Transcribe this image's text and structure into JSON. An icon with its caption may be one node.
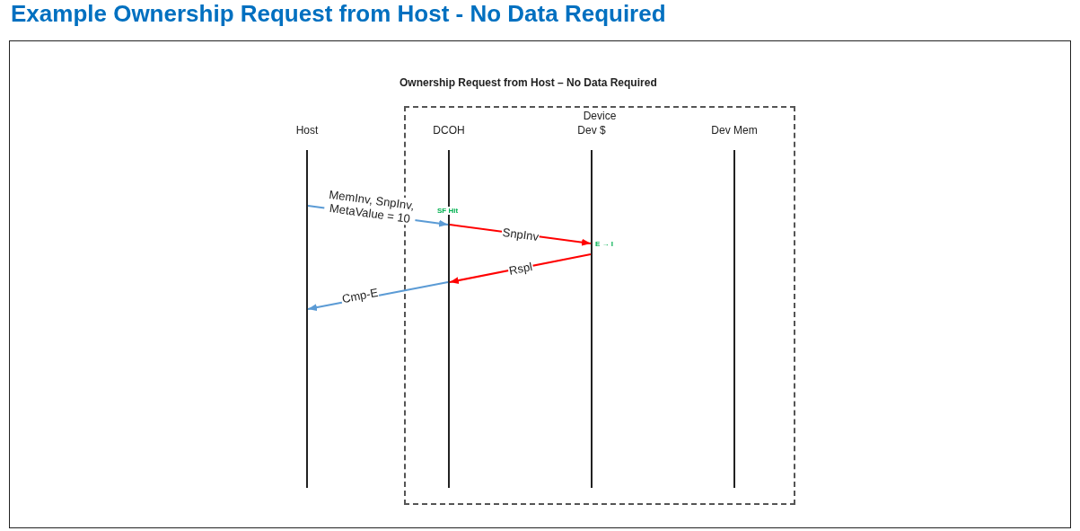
{
  "diagram": {
    "title": "Example Ownership Request from Host - No Data Required",
    "nodes": [
      {
        "text": [
          "Device"
        ]
      },
      {
        "text": [
          "Host"
        ]
      },
      {
        "text": [
          "DCOH"
        ],
        "in": 0
      },
      {
        "text": [
          "Dev $"
        ],
        "in": 0
      },
      {
        "text": [
          "Dev Mem"
        ],
        "in": 0
      }
    ],
    "edges": [
      {
        "from": 1,
        "to": 2,
        "arrow": "to",
        "label": "MemInv, SnpInv, MetaValue = 10",
        "color": "#5b9bd5"
      },
      {
        "from": 2,
        "to": 3,
        "arrow": "to",
        "label": "SnpInv",
        "color": "#ff0000"
      },
      {
        "from": 3,
        "to": 2,
        "arrow": "to",
        "label": "Rspl",
        "color": "#ff0000"
      },
      {
        "from": 2,
        "to": 1,
        "arrow": "to",
        "label": "Cmp-E",
        "color": "#5b9bd5"
      }
    ],
    "labels": [
      "Ownership Request from Host – No Data Required",
      "SF Hit",
      "E → I"
    ]
  }
}
